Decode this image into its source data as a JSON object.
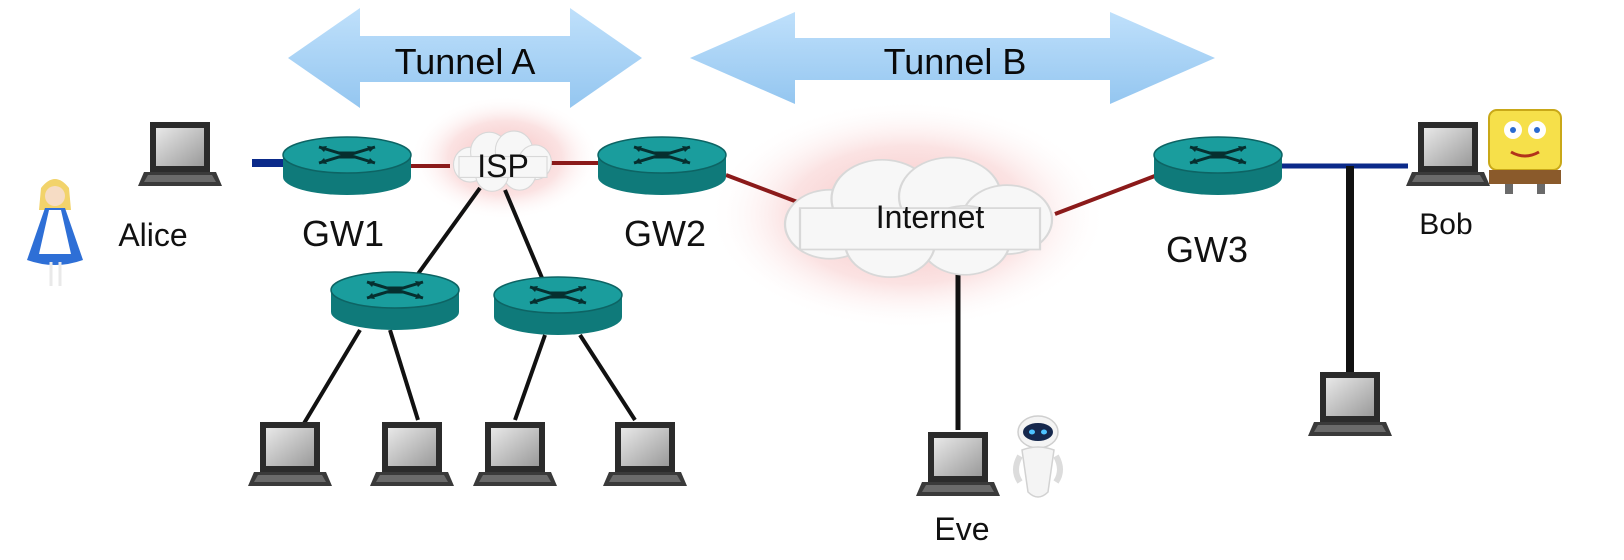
{
  "tunnels": {
    "a": "Tunnel A",
    "b": "Tunnel B"
  },
  "nodes": {
    "isp": "ISP",
    "internet": "Internet",
    "gw1": "GW1",
    "gw2": "GW2",
    "gw3": "GW3"
  },
  "people": {
    "alice": "Alice",
    "bob": "Bob",
    "eve": "Eve"
  },
  "colors": {
    "tunnel_fill": "#a9d3f5",
    "router_fill": "#138a8a",
    "router_top": "#1fa6a6",
    "link_black": "#111111",
    "link_red": "#8b1a1a",
    "link_blue": "#0b2a8a",
    "cloud_glow": "#f2a6a6"
  },
  "icons": [
    "router-icon",
    "cloud-icon",
    "laptop-icon",
    "character-icon"
  ]
}
